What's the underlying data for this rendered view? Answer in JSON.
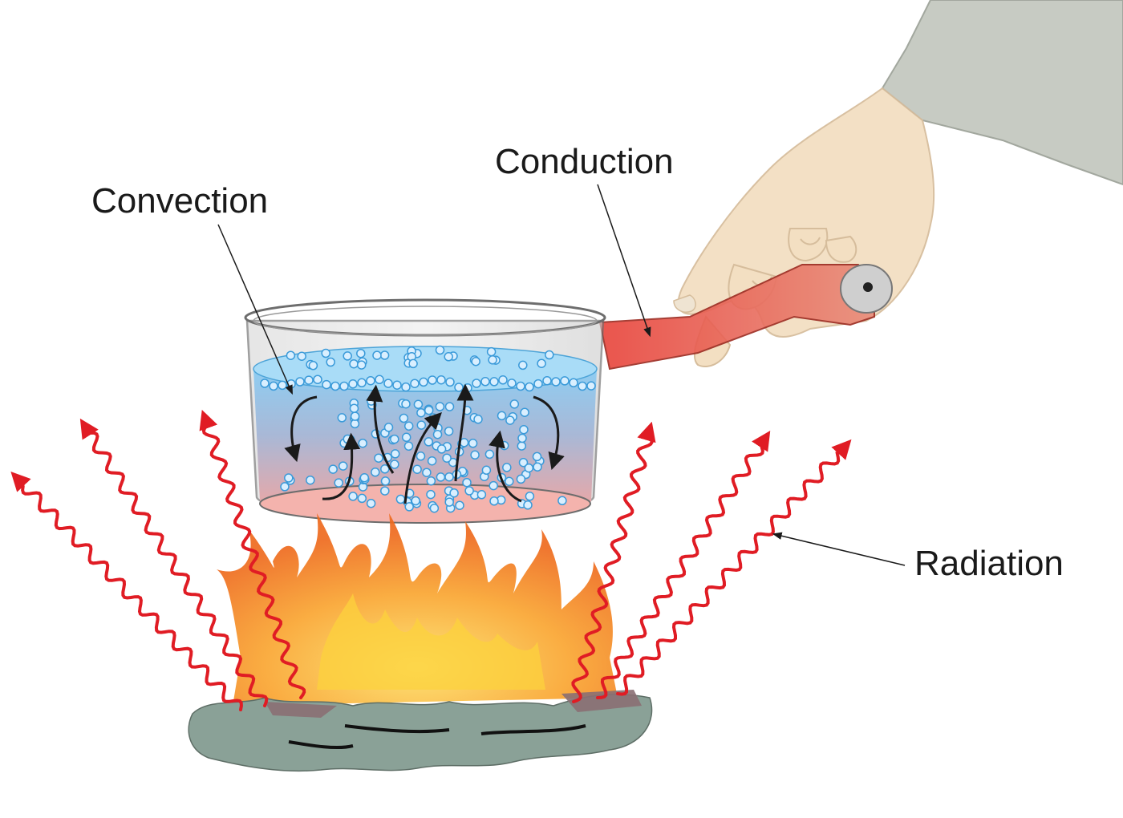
{
  "labels": {
    "convection": "Convection",
    "conduction": "Conduction",
    "radiation": "Radiation"
  },
  "colors": {
    "radiation_wave": "#e01c24",
    "water_top": "#8ecdf2",
    "water_bottom": "#f2a5a0",
    "pan_metal": "#c9c9c9",
    "handle_hot": "#e8433a",
    "bubble": "#3a9ad9",
    "flame_outer": "#f47b20",
    "flame_inner": "#fcd23c",
    "coal": "#8aa197",
    "hand_skin": "#f3dfc2",
    "sleeve": "#c7cbc3"
  },
  "icons": {
    "pan": "saucepan-icon",
    "fire": "campfire-icon",
    "hand": "hand-icon",
    "radiation": "wavy-arrow-icon",
    "convection": "curved-arrow-icon"
  }
}
